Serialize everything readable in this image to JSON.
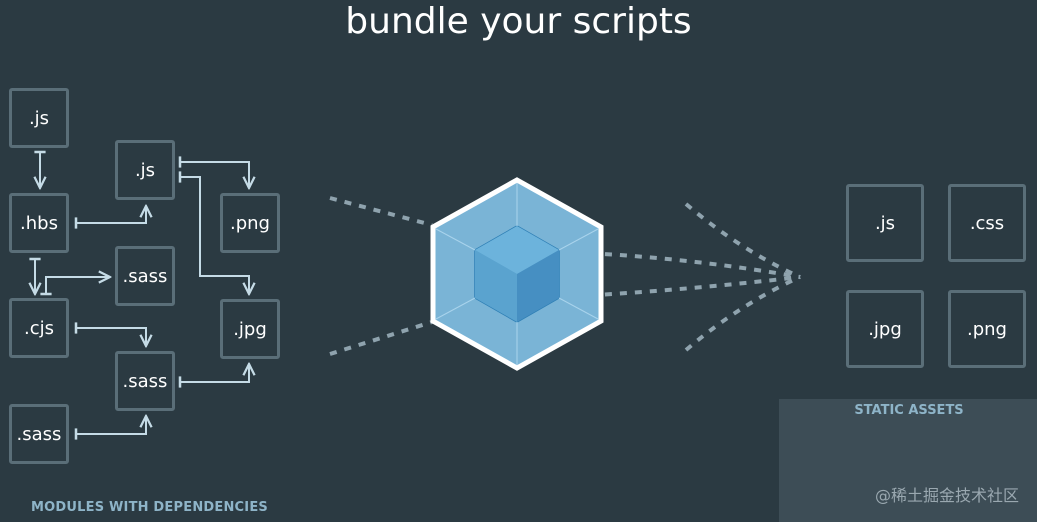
{
  "title": "bundle your scripts",
  "modules": {
    "label": "MODULES WITH DEPENDENCIES",
    "items": [
      ".js",
      ".hbs",
      ".cjs",
      ".sass",
      ".js",
      ".sass",
      ".sass",
      ".png",
      ".jpg"
    ]
  },
  "assets": {
    "label": "STATIC ASSETS",
    "items": [
      ".js",
      ".css",
      ".jpg",
      ".png"
    ]
  },
  "watermark": "@稀土掘金技术社区",
  "colors": {
    "background": "#2b3a42",
    "box_border": "#5a6e78",
    "connector": "#c5dbe6",
    "label": "#8eb4c8",
    "cube_outer": "#8ed6fb",
    "cube_inner": "#1c78c0",
    "assets_panel": "#3d4d56"
  }
}
